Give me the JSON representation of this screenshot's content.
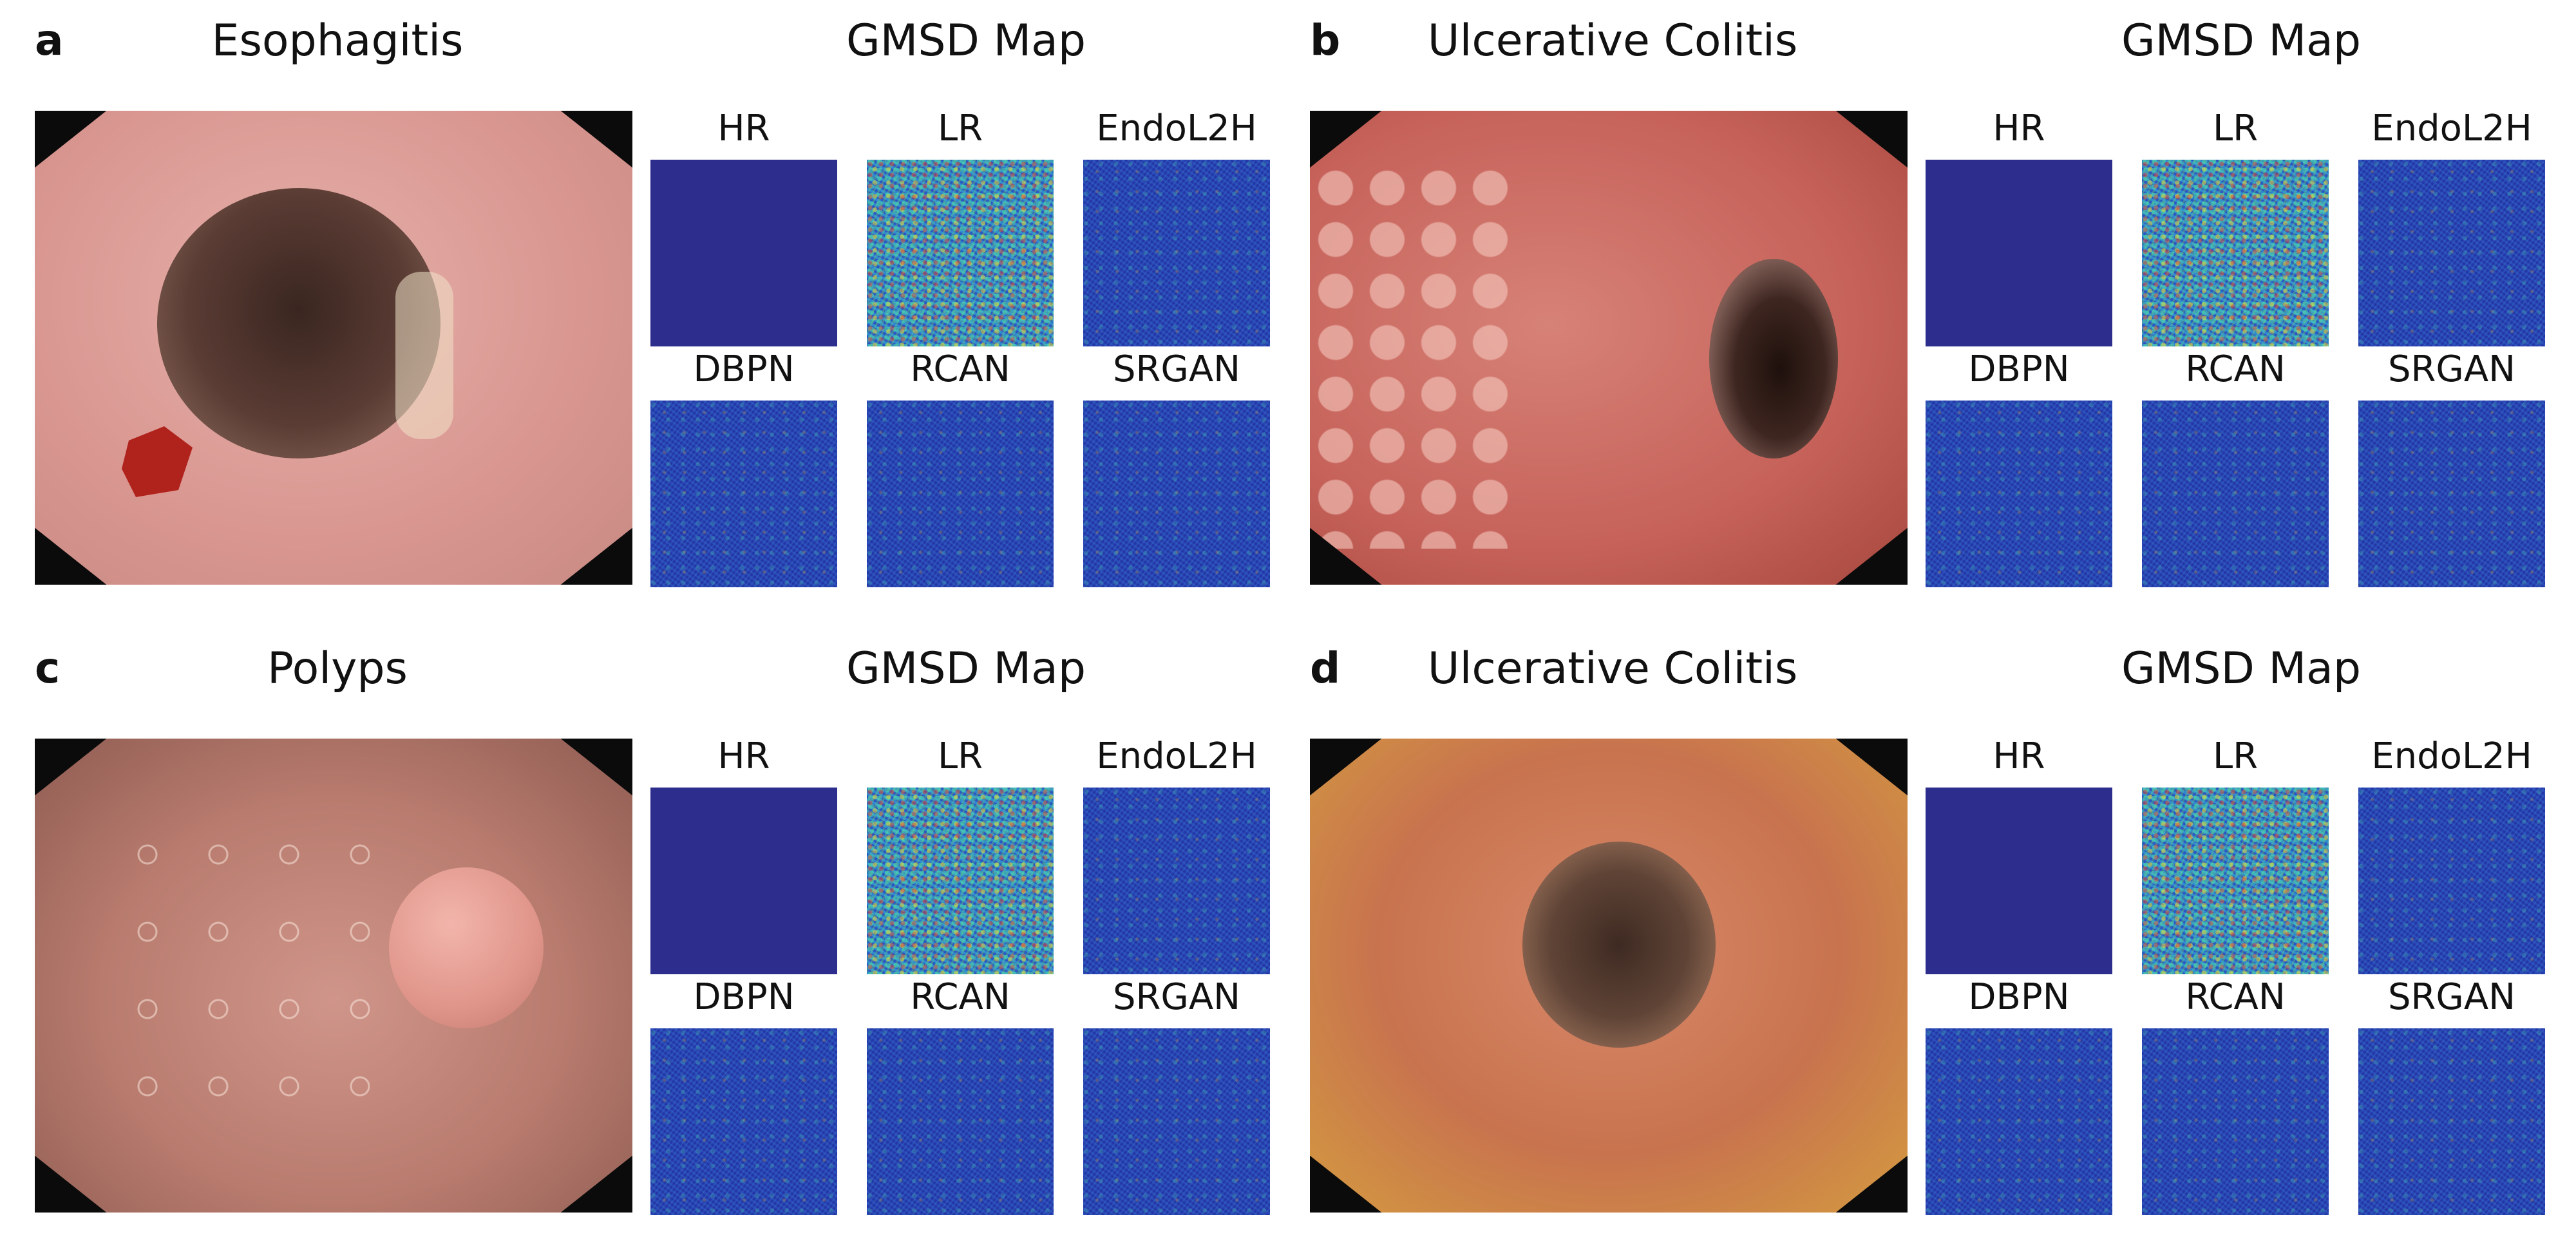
{
  "panels": [
    {
      "letter": "a",
      "title": "Esophagitis",
      "map_title": "GMSD Map",
      "labels": [
        "HR",
        "LR",
        "EndoL2H",
        "DBPN",
        "RCAN",
        "SRGAN"
      ],
      "tissue": "#dba09a",
      "lumen": "#5a3c34"
    },
    {
      "letter": "b",
      "title": "Ulcerative Colitis",
      "map_title": "GMSD Map",
      "labels": [
        "HR",
        "LR",
        "EndoL2H",
        "DBPN",
        "RCAN",
        "SRGAN"
      ],
      "tissue": "#c6625a",
      "lumen": "#2c1814"
    },
    {
      "letter": "c",
      "title": "Polyps",
      "map_title": "GMSD Map",
      "labels": [
        "HR",
        "LR",
        "EndoL2H",
        "DBPN",
        "RCAN",
        "SRGAN"
      ],
      "tissue": "#b87b6e",
      "lumen": "#e0958a"
    },
    {
      "letter": "d",
      "title": "Ulcerative Colitis",
      "map_title": "GMSD Map",
      "labels": [
        "HR",
        "LR",
        "EndoL2H",
        "DBPN",
        "RCAN",
        "SRGAN"
      ],
      "tissue": "#c8734e",
      "lumen": "#5f4436"
    }
  ],
  "colors": {
    "hr_map": "#2d2d8e",
    "map_base": "#2437a8",
    "endo_border": "#0b0b0b"
  }
}
